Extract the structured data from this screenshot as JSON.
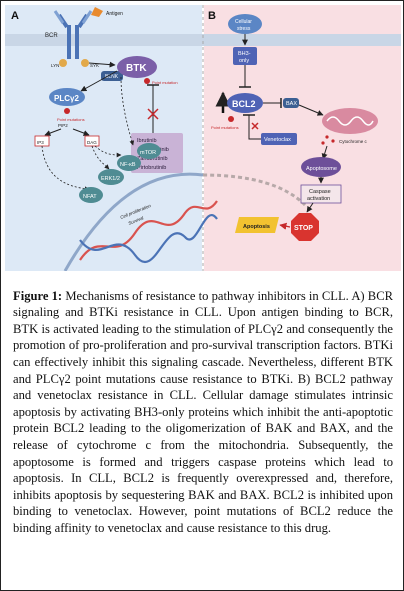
{
  "panels": {
    "a_label": "A",
    "b_label": "B"
  },
  "panel_a": {
    "antigen": "Antigen",
    "bcr": "BCR",
    "lyn": "LYN",
    "syk": "SYK",
    "blnk": "BLNK",
    "btk": "BTK",
    "btk_mutation": "Point mutation",
    "plcg2": "PLCγ2",
    "plcg2_mutation": "Point mutations",
    "pip2": "PIP2",
    "ip3": "IP3",
    "dag": "DAG",
    "inhibitors": [
      "Ibrutinib",
      "Acalabrutinib",
      "Zanubrutinib",
      "Pirtobrutinib"
    ],
    "nuclear_factors": [
      "mTOR",
      "NF-κB",
      "ERK1/2",
      "NFAT"
    ],
    "nucleus_text": [
      "Cell proliferation",
      "Survival"
    ]
  },
  "panel_b": {
    "cellular_stress": [
      "Cellular",
      "stress"
    ],
    "bh3": [
      "BH3-",
      "only"
    ],
    "bcl2": "BCL2",
    "bax": "BAX",
    "bcl2_mutation": "Point mutations",
    "venetoclax": "Venetoclax",
    "cytochrome": "Cytochrome c",
    "apoptosome": "Apoptosome",
    "caspase": [
      "Caspase",
      "activation"
    ],
    "apoptosis": "Apoptosis",
    "stop": "STOP"
  },
  "caption": {
    "label": "Figure 1:",
    "text": "Mechanisms of resistance to pathway inhibitors in CLL. A) BCR signaling and BTKi resistance in CLL. Upon antigen binding to BCR, BTK is activated leading to the stimulation of PLCγ2 and consequently the promotion of pro-proliferation and pro-survival transcription factors. BTKi can effectively inhibit this signaling cascade. Nevertheless, different BTK and PLCγ2 point mutations cause resistance to BTKi. B) BCL2 pathway and venetoclax resistance in CLL. Cellular damage stimulates intrinsic apoptosis by activating BH3-only proteins which inhibit the anti-apoptotic protein BCL2 leading to the oligomerization of BAK and BAX, and the release of cytochrome c from the mitochondria. Subsequently, the apoptosome is formed and triggers caspase proteins which lead to apoptosis. In CLL, BCL2 is frequently overexpressed and, therefore, inhibits apoptosis by sequestering BAK and BAX. BCL2 is inhibited upon binding to venetoclax. However, point mutations of BCL2 reduce the binding affinity to venetoclax and cause resistance to this drug."
  },
  "colors": {
    "panel_a_bg": "#dde9f6",
    "panel_b_bg": "#f9dfe3",
    "membrane": "#c9d6e6",
    "btk": "#7b5fa8",
    "plcg2": "#5b86c5",
    "teal": "#4f8c93",
    "bcl2": "#4f63b5",
    "apoptosome": "#6d4f99",
    "stop": "#d9342f",
    "apoptosis": "#f2c230",
    "mutation": "#c6282b",
    "inhibitor_box": "#c9b3d6",
    "dna_red": "#d9534f",
    "dna_blue": "#4b73b6"
  }
}
